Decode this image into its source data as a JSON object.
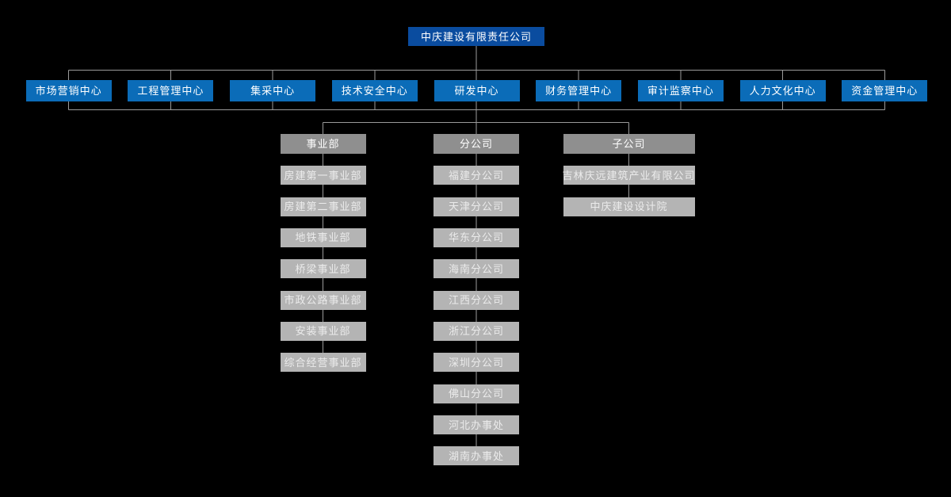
{
  "colors": {
    "background": "#000000",
    "root_box_bg": "#0a4c9f",
    "center_box_bg": "#0b6cb8",
    "group_header_bg": "#8f8f8f",
    "child_box_bg": "#b4b4b4",
    "connector_line": "#9b9b9b",
    "box_text": "#ffffff",
    "child_text": "#ebebeb"
  },
  "root": {
    "label": "中庆建设有限责任公司"
  },
  "centers": [
    "市场营销中心",
    "工程管理中心",
    "集采中心",
    "技术安全中心",
    "研发中心",
    "财务管理中心",
    "审计监察中心",
    "人力文化中心",
    "资金管理中心"
  ],
  "groups": [
    {
      "label": "事业部",
      "children": [
        "房建第一事业部",
        "房建第二事业部",
        "地铁事业部",
        "桥梁事业部",
        "市政公路事业部",
        "安装事业部",
        "综合经营事业部"
      ]
    },
    {
      "label": "分公司",
      "children": [
        "福建分公司",
        "天津分公司",
        "华东分公司",
        "海南分公司",
        "江西分公司",
        "浙江分公司",
        "深圳分公司",
        "佛山分公司",
        "河北办事处",
        "湖南办事处"
      ]
    },
    {
      "label": "子公司",
      "children": [
        "吉林庆远建筑产业有限公司",
        "中庆建设设计院"
      ]
    }
  ]
}
